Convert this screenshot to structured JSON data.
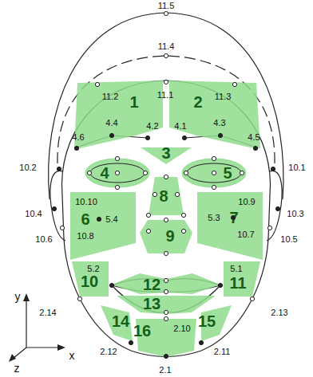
{
  "diagram": {
    "nodes": [
      {
        "text": [
          "1"
        ]
      },
      {
        "text": [
          "2"
        ]
      },
      {
        "text": [
          "3"
        ]
      },
      {
        "text": [
          "4"
        ]
      },
      {
        "text": [
          "5"
        ]
      },
      {
        "text": [
          "6"
        ]
      },
      {
        "text": [
          "7"
        ]
      },
      {
        "text": [
          "8"
        ]
      },
      {
        "text": [
          "9"
        ]
      },
      {
        "text": [
          "10"
        ]
      },
      {
        "text": [
          "11"
        ]
      },
      {
        "text": [
          "12"
        ]
      },
      {
        "text": [
          "13"
        ]
      },
      {
        "text": [
          "14"
        ]
      },
      {
        "text": [
          "15"
        ]
      },
      {
        "text": [
          "16"
        ]
      }
    ],
    "labels": [
      "11.5",
      "11.4",
      "11.2",
      "11.1",
      "11.3",
      "4.4",
      "4.2",
      "4.1",
      "4.3",
      "4.6",
      "4.5",
      "10.2",
      "10.1",
      "10.10",
      "10.9",
      "5.4",
      "5.3",
      "10.4",
      "10.3",
      "10.8",
      "10.7",
      "10.6",
      "10.5",
      "5.2",
      "5.1",
      "2.14",
      "2.13",
      "2.12",
      "2.10",
      "2.11",
      "2.1",
      "y",
      "x",
      "z"
    ]
  }
}
